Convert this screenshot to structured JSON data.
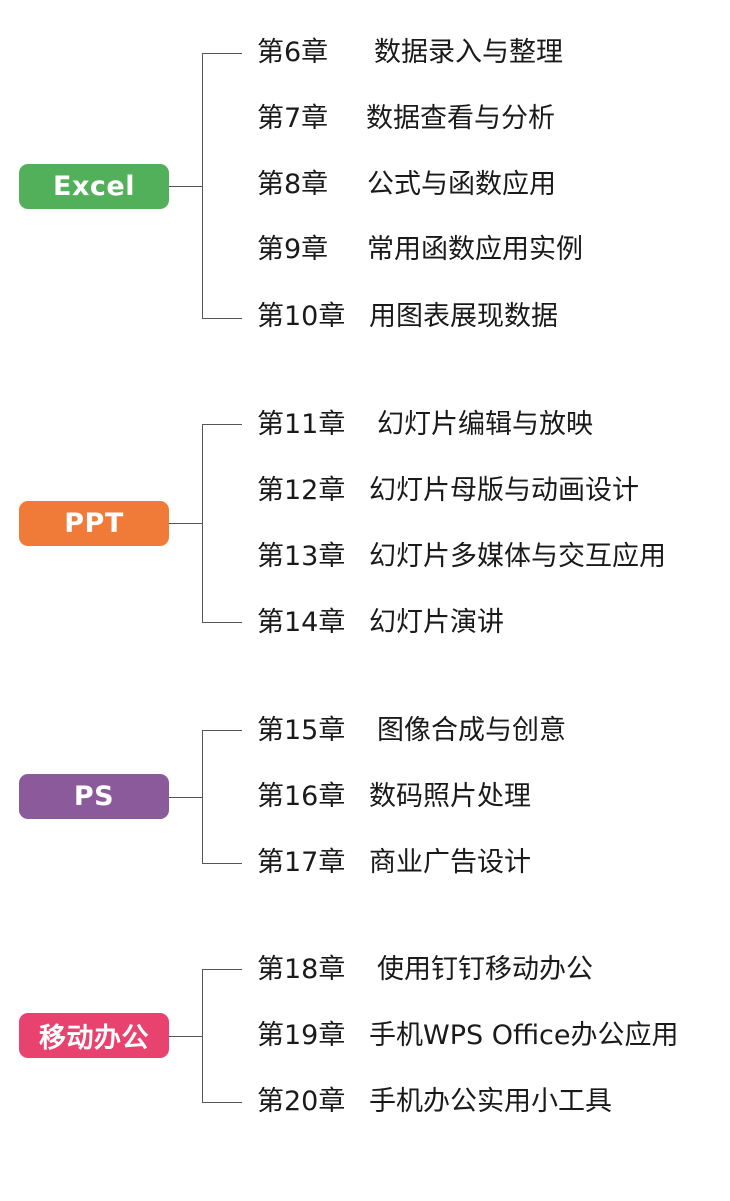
{
  "groups": [
    {
      "label": "Excel",
      "color": "#52b05a",
      "items": [
        {
          "chapter": "第6章",
          "title": "数据录入与整理"
        },
        {
          "chapter": "第7章",
          "title": "数据查看与分析"
        },
        {
          "chapter": "第8章",
          "title": "公式与函数应用"
        },
        {
          "chapter": "第9章",
          "title": "常用函数应用实例"
        },
        {
          "chapter": "第10章",
          "title": "用图表展现数据"
        }
      ]
    },
    {
      "label": "PPT",
      "color": "#f07b38",
      "items": [
        {
          "chapter": "第11章",
          "title": "幻灯片编辑与放映"
        },
        {
          "chapter": "第12章",
          "title": "幻灯片母版与动画设计"
        },
        {
          "chapter": "第13章",
          "title": "幻灯片多媒体与交互应用"
        },
        {
          "chapter": "第14章",
          "title": "幻灯片演讲"
        }
      ]
    },
    {
      "label": "PS",
      "color": "#8a5a9a",
      "items": [
        {
          "chapter": "第15章",
          "title": "图像合成与创意"
        },
        {
          "chapter": "第16章",
          "title": "数码照片处理"
        },
        {
          "chapter": "第17章",
          "title": "商业广告设计"
        }
      ]
    },
    {
      "label": "移动办公",
      "color": "#e8436e",
      "items": [
        {
          "chapter": "第18章",
          "title": "使用钉钉移动办公"
        },
        {
          "chapter": "第19章",
          "title": "手机WPS Office办公应用"
        },
        {
          "chapter": "第20章",
          "title": "手机办公实用小工具"
        }
      ]
    }
  ]
}
